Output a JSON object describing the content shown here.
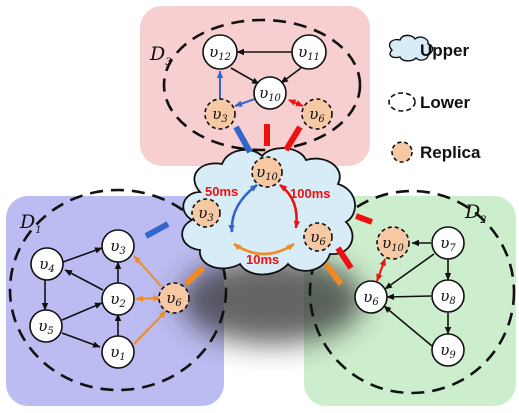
{
  "colors": {
    "d1_fill": "#bcbcf2",
    "d2_fill": "#cdeecd",
    "d3_fill": "#f8cfd0",
    "cloud_fill": "#d7ecf6",
    "replica_fill": "#f6c9a4",
    "edge_black": "#111111",
    "arrow_blue": "#3366cc",
    "arrow_red": "#ee1111",
    "arrow_orange": "#f08a24",
    "latency_text": "#ee1111"
  },
  "domains": {
    "d1": {
      "label": "D",
      "sub": "1"
    },
    "d2": {
      "label": "D",
      "sub": "2"
    },
    "d3": {
      "label": "D",
      "sub": "3"
    }
  },
  "legend": {
    "upper": "Upper",
    "lower": "Lower",
    "replica": "Replica"
  },
  "latencies": {
    "a": "50ms",
    "b": "100ms",
    "c": "10ms"
  },
  "nodes": {
    "d3_v12": {
      "base": "υ",
      "sub": "12"
    },
    "d3_v11": {
      "base": "υ",
      "sub": "11"
    },
    "d3_v10": {
      "base": "υ",
      "sub": "10"
    },
    "d3_v3": {
      "base": "υ",
      "sub": "3"
    },
    "d3_v6": {
      "base": "υ",
      "sub": "6"
    },
    "up_v10": {
      "base": "υ",
      "sub": "10"
    },
    "up_v3": {
      "base": "υ",
      "sub": "3"
    },
    "up_v6": {
      "base": "υ",
      "sub": "6"
    },
    "d1_v3": {
      "base": "υ",
      "sub": "3"
    },
    "d1_v4": {
      "base": "υ",
      "sub": "4"
    },
    "d1_v2": {
      "base": "υ",
      "sub": "2"
    },
    "d1_v5": {
      "base": "υ",
      "sub": "5"
    },
    "d1_v1": {
      "base": "υ",
      "sub": "1"
    },
    "d1_v6": {
      "base": "υ",
      "sub": "6"
    },
    "d2_v7": {
      "base": "υ",
      "sub": "7"
    },
    "d2_v10": {
      "base": "υ",
      "sub": "10"
    },
    "d2_v6": {
      "base": "υ",
      "sub": "6"
    },
    "d2_v8": {
      "base": "υ",
      "sub": "8"
    },
    "d2_v9": {
      "base": "υ",
      "sub": "9"
    }
  }
}
